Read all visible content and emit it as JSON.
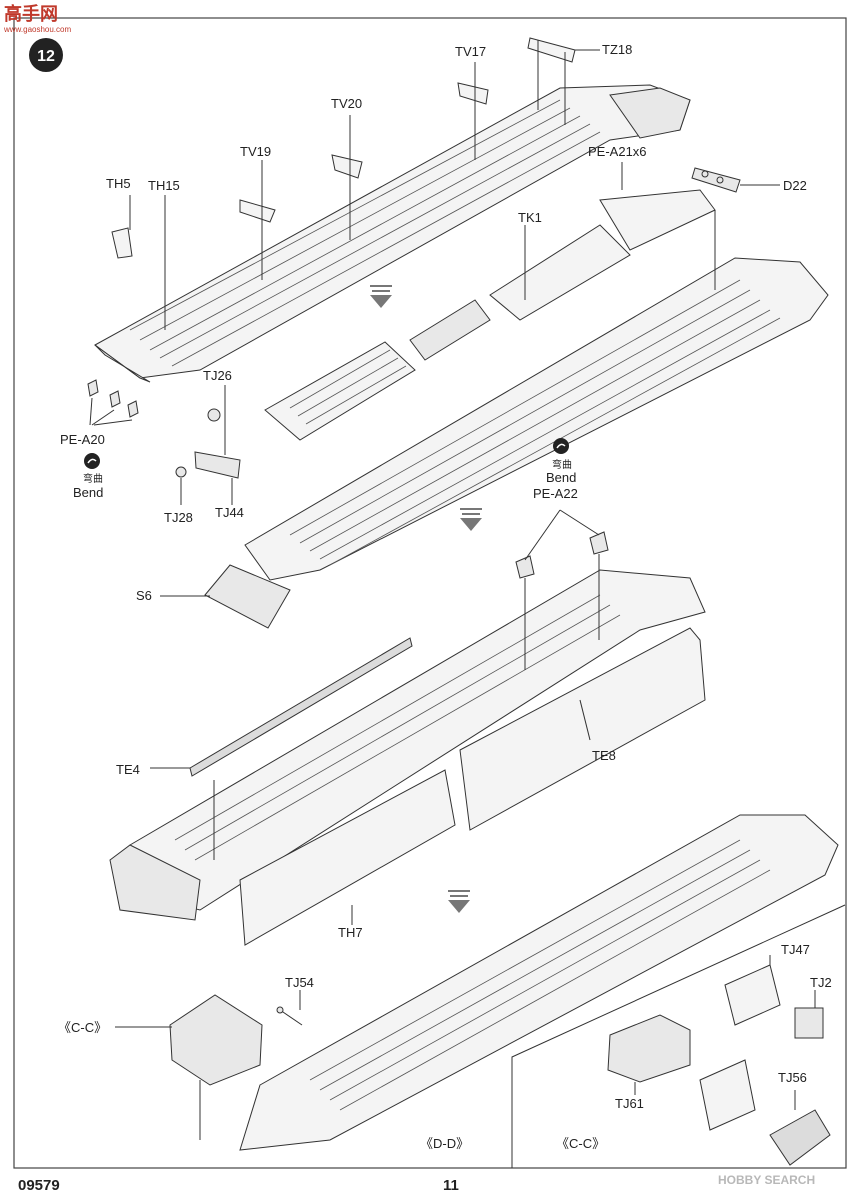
{
  "header": {
    "logo_text": "高手网",
    "logo_url_text": "www.gaoshou.com",
    "step_number": "12"
  },
  "labels": {
    "tv17": "TV17",
    "tz18": "TZ18",
    "tv20": "TV20",
    "tv19": "TV19",
    "pe_a21": "PE-A21x6",
    "d22": "D22",
    "th5": "TH5",
    "th15": "TH15",
    "tk1": "TK1",
    "tj26": "TJ26",
    "pe_a20": "PE-A20",
    "tj28": "TJ28",
    "tj44": "TJ44",
    "pe_a22": "PE-A22",
    "s6": "S6",
    "te4": "TE4",
    "te8": "TE8",
    "th7": "TH7",
    "tj54": "TJ54",
    "cc1": "《C-C》",
    "tj47": "TJ47",
    "tj2": "TJ2",
    "tj56": "TJ56",
    "tj61": "TJ61",
    "dd": "《D-D》",
    "cc2": "《C-C》"
  },
  "bend_notes": [
    {
      "cn": "弯曲",
      "en": "Bend"
    },
    {
      "cn": "弯曲",
      "en": "Bend"
    }
  ],
  "footer": {
    "kit_number": "09579",
    "page_number": "11",
    "watermark": "HOBBY SEARCH"
  }
}
